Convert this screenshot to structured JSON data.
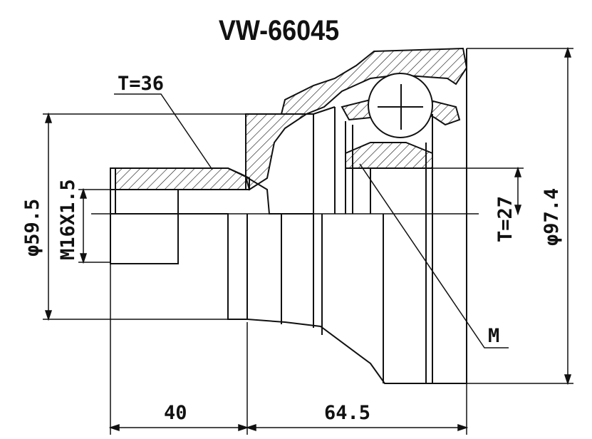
{
  "title": "VW-66045",
  "labels": {
    "thread_teeth": "T=36",
    "outer_diameter": "φ59.5",
    "thread_spec": "M16X1.5",
    "inner_teeth": "T=27",
    "housing_diameter": "φ97.4",
    "marker": "M",
    "length_left": "40",
    "length_right": "64.5"
  },
  "colors": {
    "line": "#111111",
    "background": "#ffffff"
  }
}
